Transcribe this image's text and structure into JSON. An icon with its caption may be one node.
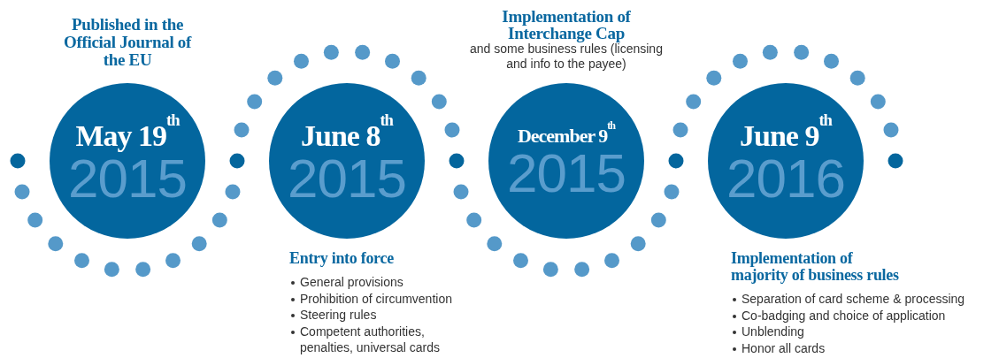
{
  "diagram": {
    "nodes": [
      {
        "text": [
          "May 19$^{th}$",
          "2015"
        ],
        "beside": [
          "Published in the Official Journal of the EU"
        ]
      },
      {
        "text": [
          "June 8$^{th}$",
          "2015"
        ],
        "beside": [
          "Entry into force",
          "General provisions",
          "Prohibition of circumvention",
          "Steering rules",
          "Competent authorities, penalties, universal cards"
        ]
      },
      {
        "text": [
          "December 9$^{th}$",
          "2015"
        ],
        "beside": [
          "Implementation of Interchange Cap",
          "and some business rules (licensing and info to the payee)"
        ]
      },
      {
        "text": [
          "June 9$^{th}$",
          "2016"
        ],
        "beside": [
          "Implementation of majority of business rules",
          "Separation of card scheme & processing",
          "Co-badging and choice of application",
          "Unblending",
          "Honor all cards"
        ]
      }
    ]
  }
}
